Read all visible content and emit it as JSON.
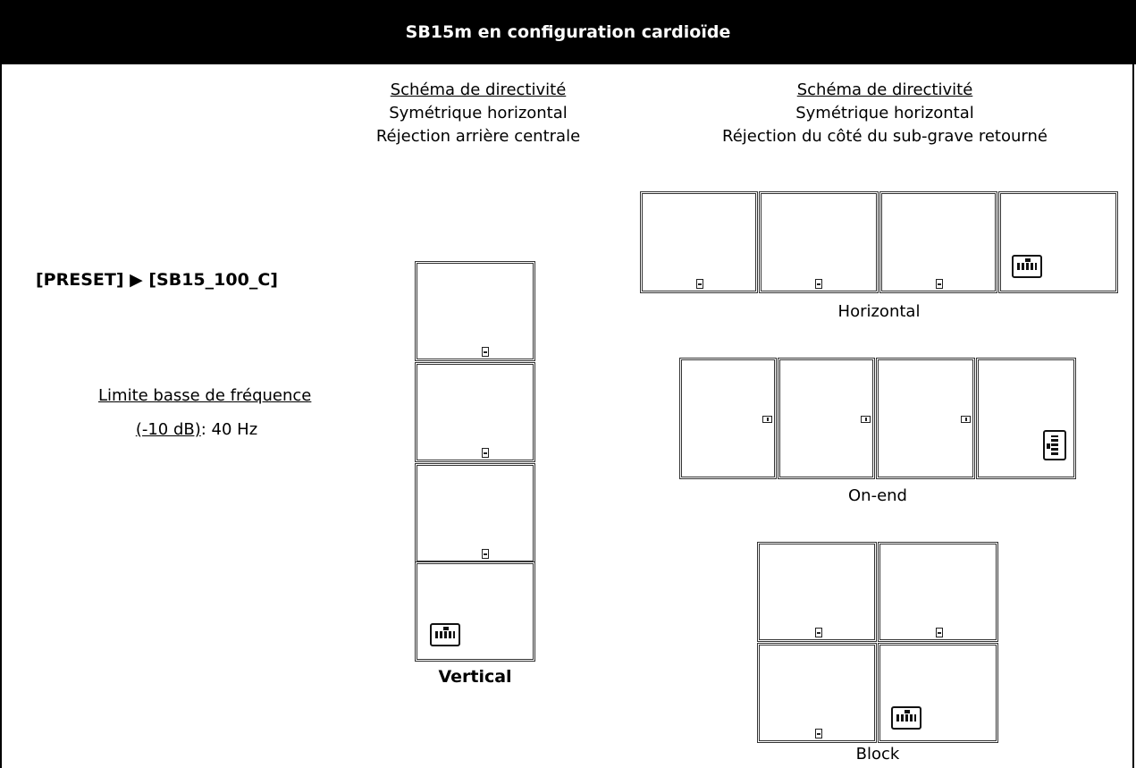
{
  "header": {
    "title": "SB15m en configuration cardioïde"
  },
  "column_left": {
    "heading": "Schéma de directivité",
    "line1": "Symétrique horizontal",
    "line2": "Réjection arrière centrale"
  },
  "column_right": {
    "heading": "Schéma de directivité",
    "line1": "Symétrique horizontal",
    "line2": "Réjection du côté du sub-grave retourné"
  },
  "preset": {
    "label": "[PRESET] ▶ [SB15_100_C]"
  },
  "freq_limit": {
    "label": "Limite basse de  fréquence",
    "value_prefix": "(-10 dB)",
    "value": ": 40 Hz"
  },
  "configs": {
    "vertical": "Vertical",
    "horizontal": "Horizontal",
    "onend": "On-end",
    "block": "Block"
  }
}
